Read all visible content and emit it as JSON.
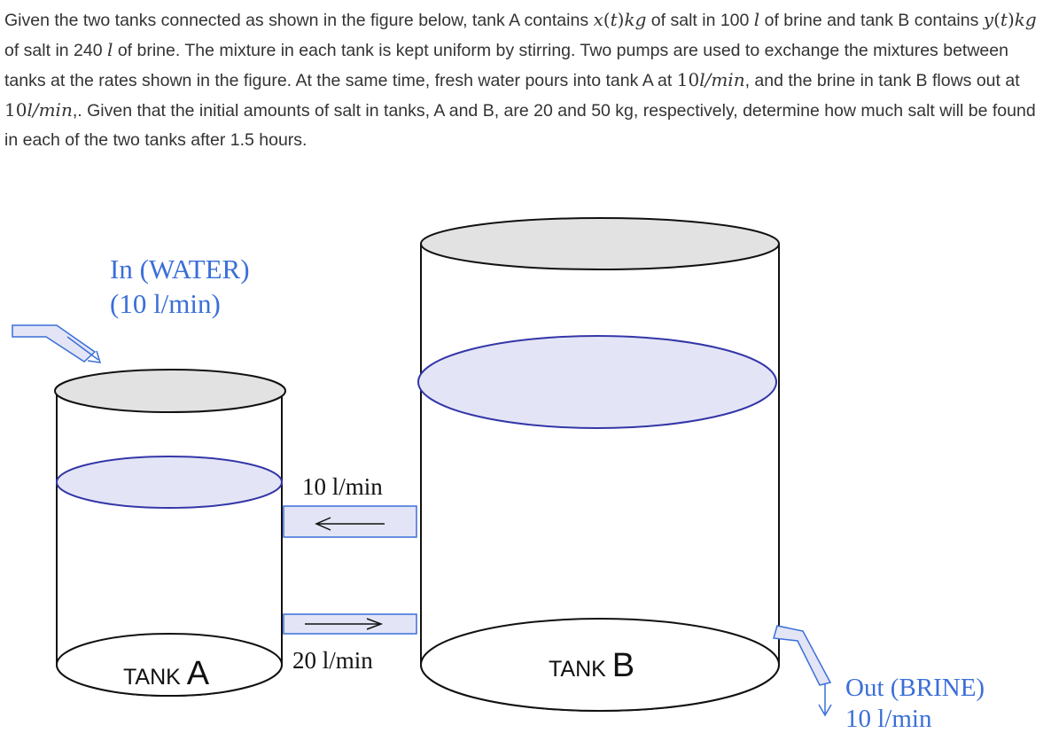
{
  "problem": {
    "s1": "Given the two tanks connected as shown in the figure below, tank A contains ",
    "x_var": "x",
    "t_var": "t",
    "kg": "kg",
    "s2": " of salt in 100 ",
    "l": "l",
    "s3": " of brine and tank B contains ",
    "y_var": "y",
    "s4": " of salt in 240 ",
    "s5": " of brine. The mixture in each tank is kept uniform by stirring. Two pumps are used to exchange the mixtures between tanks at the rates shown in the figure. At the same time, fresh water pours into tank A at ",
    "rate_in_num": "10",
    "rate_in_unit": "l/min",
    "s6": ", and the brine in tank B flows out at ",
    "rate_out_num": "10",
    "rate_out_unit": "l/min",
    "s7": ",. Given that the initial amounts of salt in tanks, A and B, are 20 and 50 kg, respectively, determine how much salt will be found in each of the two tanks after 1.5 hours."
  },
  "figure": {
    "inflow_label_line1": "In (WATER)",
    "inflow_label_line2": "(10 l/min)",
    "pipe_top_label": "10 l/min",
    "pipe_bottom_label": "20 l/min",
    "tank_a_label_prefix": "TANK ",
    "tank_a_label_letter": "A",
    "tank_b_label_prefix": "TANK ",
    "tank_b_label_letter": "B",
    "outflow_label_line1": "Out (BRINE)",
    "outflow_label_line2": "10 l/min",
    "colors": {
      "accent_blue": "#3a6fd8",
      "water_fill": "#e3e5f6",
      "water_edge": "#3436a8",
      "lid_fill": "#e2e2e2",
      "outline": "#111111"
    }
  }
}
